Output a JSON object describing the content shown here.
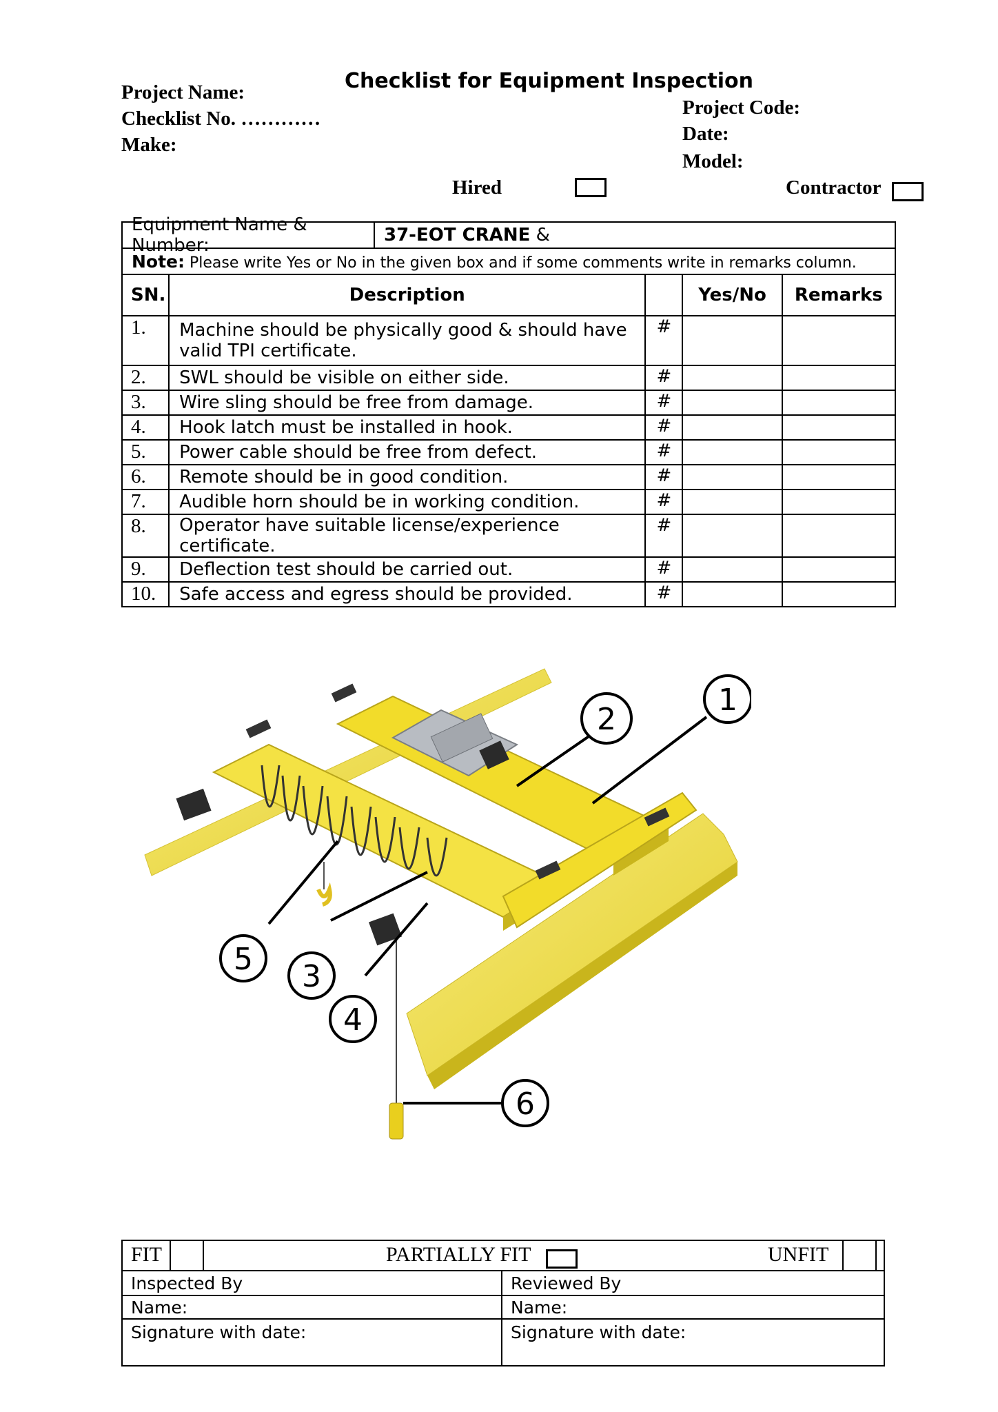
{
  "header": {
    "title": "Checklist for Equipment Inspection",
    "project_name": "Project Name:",
    "checklist_no": "Checklist No. …………",
    "make": "Make:",
    "project_code": "Project Code:",
    "date": "Date:",
    "model": "Model:",
    "hired": "Hired",
    "contractor": "Contractor"
  },
  "table": {
    "equipment_label": "Equipment Name & Number:",
    "equipment_value_bold": "37-EOT CRANE",
    "equipment_value_rest": " &",
    "note_label": "Note:",
    "note_text": " Please write Yes or No in the given box and if some comments write in remarks column.",
    "headers": {
      "sn": "SN.",
      "description": "Description",
      "blank": "",
      "yesno": "Yes/No",
      "remarks": "Remarks"
    },
    "rows": [
      {
        "sn": "1.",
        "desc": "Machine should be physically good & should have valid TPI certificate.",
        "mark": "#"
      },
      {
        "sn": "2.",
        "desc": "SWL should be visible on either side.",
        "mark": "#"
      },
      {
        "sn": "3.",
        "desc": "Wire sling should be free from damage.",
        "mark": "#"
      },
      {
        "sn": "4.",
        "desc": "Hook latch must be installed in hook.",
        "mark": "#"
      },
      {
        "sn": "5.",
        "desc": "Power cable should be free from defect.",
        "mark": "#"
      },
      {
        "sn": "6.",
        "desc": "Remote should be in good condition.",
        "mark": "#"
      },
      {
        "sn": "7.",
        "desc": "Audible horn should be in working condition.",
        "mark": "#"
      },
      {
        "sn": "8.",
        "desc": "Operator have suitable license/experience certificate.",
        "mark": "#"
      },
      {
        "sn": "9.",
        "desc": "Deflection test should be carried out.",
        "mark": "#"
      },
      {
        "sn": "10.",
        "desc": "Safe access and egress should be provided.",
        "mark": "#"
      }
    ]
  },
  "diagram": {
    "callouts": [
      "1",
      "2",
      "3",
      "4",
      "5",
      "6"
    ],
    "colors": {
      "crane_yellow": "#f2dc2a",
      "crane_shadow": "#c9b51c",
      "rail": "#e8d648",
      "trolley": "#b8bcc2"
    }
  },
  "footer": {
    "fit": "FIT",
    "partially_fit": "PARTIALLY FIT",
    "unfit": "UNFIT",
    "inspected_by": "Inspected By",
    "reviewed_by": "Reviewed By",
    "name_left": "Name:",
    "name_right": "Name:",
    "signature_left": "Signature with date:",
    "signature_right": "Signature with date:"
  }
}
